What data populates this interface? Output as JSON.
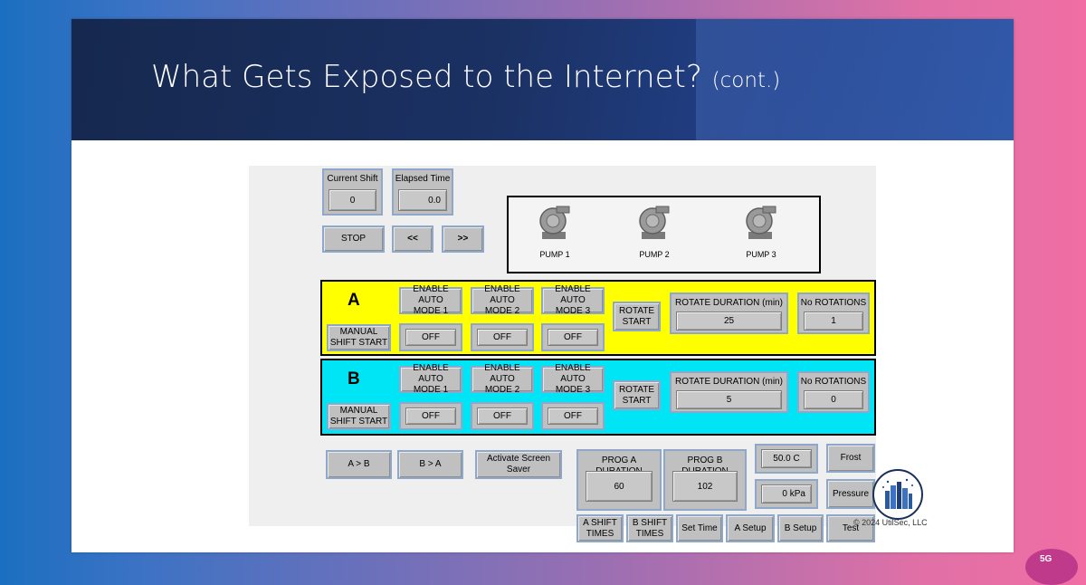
{
  "slide": {
    "title": "What Gets Exposed to the Internet?",
    "title_suffix": "(cont.)",
    "copyright": "© 2024 UtilSec, LLC",
    "corner_badge": "5G"
  },
  "hmi": {
    "current_shift": {
      "label": "Current Shift",
      "value": "0"
    },
    "elapsed_time": {
      "label": "Elapsed Time",
      "value": "0.0"
    },
    "nav": {
      "stop": "STOP",
      "prev": "<<",
      "next": ">>"
    },
    "pumps": [
      {
        "label": "PUMP 1"
      },
      {
        "label": "PUMP 2"
      },
      {
        "label": "PUMP 3"
      }
    ],
    "row_a": {
      "letter": "A",
      "manual": "MANUAL\nSHIFT START",
      "modes": [
        {
          "label": "ENABLE AUTO\nMODE 1",
          "value": "OFF"
        },
        {
          "label": "ENABLE AUTO\nMODE 2",
          "value": "OFF"
        },
        {
          "label": "ENABLE AUTO\nMODE 3",
          "value": "OFF"
        }
      ],
      "rotate": "ROTATE\nSTART",
      "rotate_duration": {
        "label": "ROTATE DURATION (min)",
        "value": "25"
      },
      "rotations": {
        "label": "No ROTATIONS",
        "value": "1"
      }
    },
    "row_b": {
      "letter": "B",
      "manual": "MANUAL\nSHIFT START",
      "modes": [
        {
          "label": "ENABLE AUTO\nMODE 1",
          "value": "OFF"
        },
        {
          "label": "ENABLE AUTO\nMODE 2",
          "value": "OFF"
        },
        {
          "label": "ENABLE AUTO\nMODE 3",
          "value": "OFF"
        }
      ],
      "rotate": "ROTATE\nSTART",
      "rotate_duration": {
        "label": "ROTATE DURATION (min)",
        "value": "5"
      },
      "rotations": {
        "label": "No ROTATIONS",
        "value": "0"
      }
    },
    "bottom": {
      "a_to_b": "A > B",
      "b_to_a": "B > A",
      "screen_saver": "Activate Screen\nSaver",
      "prog_a": {
        "label": "PROG A DURATION",
        "value": "60"
      },
      "prog_b": {
        "label": "PROG B DURATION",
        "value": "102"
      },
      "temperature": "50.0 C",
      "pressure_value": "0 kPa",
      "frost": "Frost",
      "pressure": "Pressure",
      "a_shift_times": "A SHIFT\nTIMES",
      "b_shift_times": "B SHIFT\nTIMES",
      "set_time": "Set Time",
      "a_setup": "A Setup",
      "b_setup": "B Setup",
      "test": "Test"
    }
  },
  "colors": {
    "row_a_bg": "#ffff00",
    "row_b_bg": "#00e5f5",
    "panel_gray": "#c0c0c0",
    "header_navy": "#1b3163"
  }
}
